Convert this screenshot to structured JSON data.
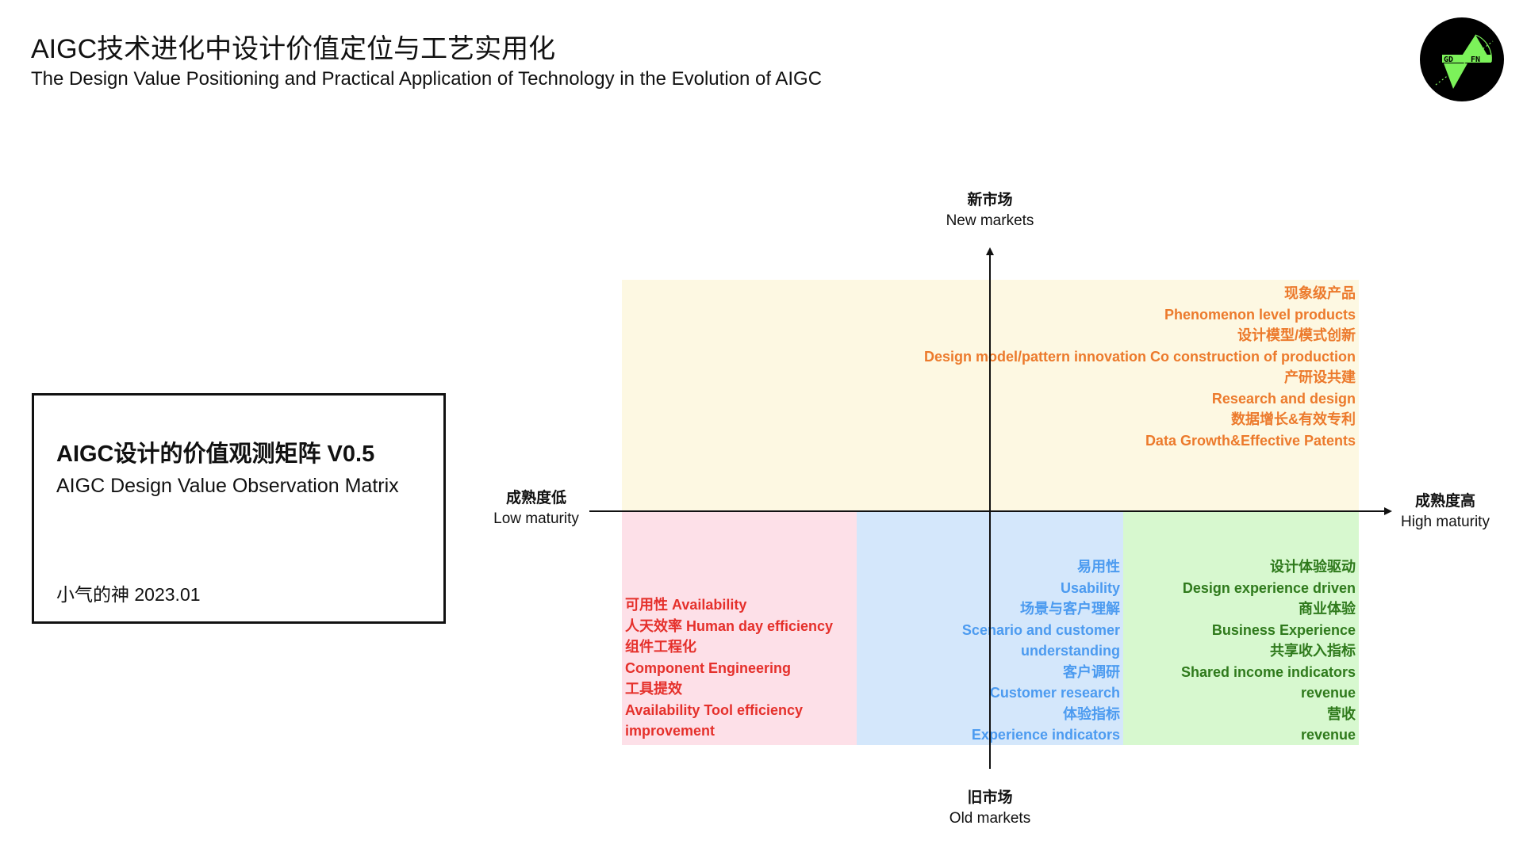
{
  "header": {
    "title": "AIGC技术进化中设计价值定位与工艺实用化",
    "subtitle": "The Design Value Positioning and Practical Application of Technology in the Evolution of AIGC",
    "logo_text": "GD FN"
  },
  "info_box": {
    "title": "AIGC设计的价值观测矩阵 V0.5",
    "subtitle": "AIGC Design Value Observation Matrix",
    "author_date": "小气的神 2023.01"
  },
  "axes": {
    "top": {
      "zh": "新市场",
      "en": "New markets"
    },
    "bottom": {
      "zh": "旧市场",
      "en": "Old markets"
    },
    "left": {
      "zh": "成熟度低",
      "en": "Low maturity"
    },
    "right": {
      "zh": "成熟度高",
      "en": "High maturity"
    }
  },
  "quadrants": {
    "yellow": {
      "color": "#ec7a2c",
      "lines": [
        "现象级产品",
        "Phenomenon level products",
        "设计模型/模式创新",
        "Design model/pattern innovation Co construction of production",
        "产研设共建",
        "Research and design",
        "数据增长&有效专利",
        "Data Growth&Effective Patents"
      ]
    },
    "pink": {
      "color": "#e5302b",
      "lines": [
        "可用性 Availability",
        "人天效率 Human day efficiency",
        "组件工程化",
        "Component Engineering",
        "工具提效",
        "Availability Tool efficiency",
        "improvement"
      ]
    },
    "blue": {
      "color": "#4c9bf0",
      "lines": [
        "易用性",
        "Usability",
        "场景与客户理解",
        "Scenario and customer",
        "understanding",
        "客户调研",
        "Customer research",
        "体验指标",
        "Experience indicators"
      ]
    },
    "green": {
      "color": "#2f7a1c",
      "lines": [
        "设计体验驱动",
        "Design experience driven",
        "商业体验",
        "Business Experience",
        "共享收入指标",
        "Shared income indicators",
        "revenue",
        "营收",
        "revenue"
      ]
    }
  }
}
